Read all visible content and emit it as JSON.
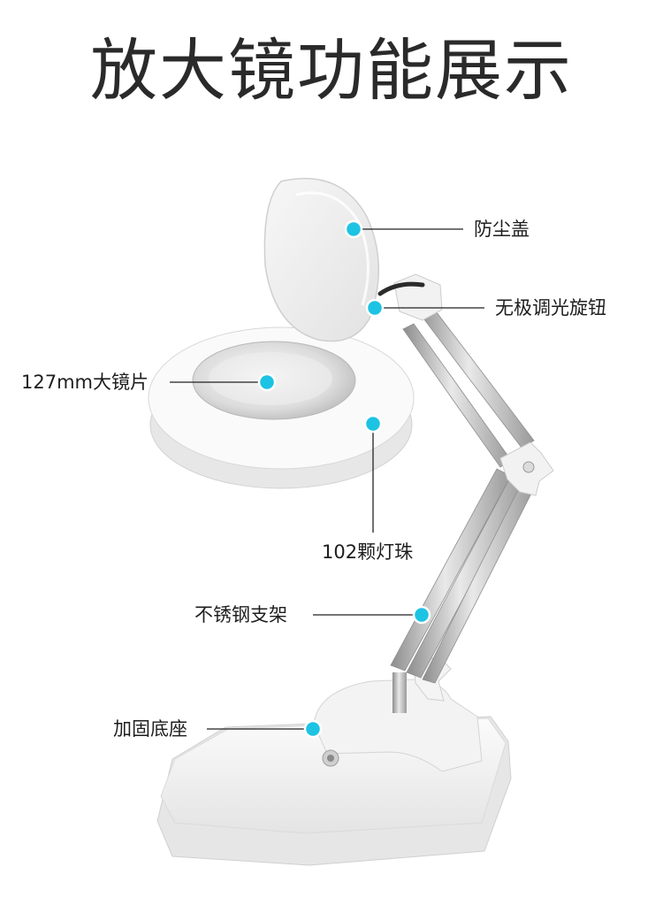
{
  "title": "放大镜功能展示",
  "labels": {
    "dust_cover": "防尘盖",
    "dimmer_knob": "无极调光旋钮",
    "lens": "127mm大镜片",
    "leds": "102颗灯珠",
    "bracket": "不锈钢支架",
    "base": "加固底座"
  },
  "colors": {
    "marker": "#1cc3e3",
    "leader_line": "#222222"
  }
}
